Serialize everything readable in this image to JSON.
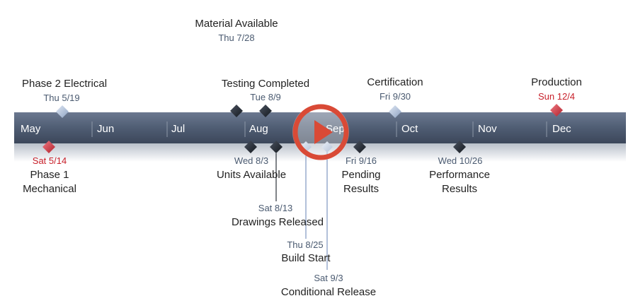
{
  "timeline": {
    "months": [
      "May",
      "Jun",
      "Jul",
      "Aug",
      "Sep",
      "Oct",
      "Nov",
      "Dec"
    ],
    "play_button": {
      "icon": "play-icon",
      "color": "#d94a36"
    },
    "bar_color": "#4f5d73",
    "colors": {
      "red": "#c8202a",
      "dark": "#2b313a",
      "light": "#a8b8d4"
    }
  },
  "milestones_above": [
    {
      "title": "Material Available",
      "date": "Thu 7/28",
      "style": "dark"
    },
    {
      "title": "Phase 2  Electrical",
      "date": "Thu 5/19",
      "style": "light"
    },
    {
      "title": "Testing Completed",
      "date": "Tue 8/9",
      "style": "dark"
    },
    {
      "title": "Certification",
      "date": "Fri 9/30",
      "style": "light"
    },
    {
      "title": "Production",
      "date": "Sun 12/4",
      "style": "red"
    }
  ],
  "milestones_below": [
    {
      "title_lines": [
        "Phase 1",
        "Mechanical"
      ],
      "date": "Sat 5/14",
      "style": "red"
    },
    {
      "title_lines": [
        "Units Available"
      ],
      "date": "Wed 8/3",
      "style": "dark"
    },
    {
      "title_lines": [
        "Drawings Released"
      ],
      "date": "Sat 8/13",
      "style": "dark"
    },
    {
      "title_lines": [
        "Build Start"
      ],
      "date": "Thu 8/25",
      "style": "light"
    },
    {
      "title_lines": [
        "Conditional Release"
      ],
      "date": "Sat 9/3",
      "style": "light"
    },
    {
      "title_lines": [
        "Pending",
        "Results"
      ],
      "date": "Fri 9/16",
      "style": "dark"
    },
    {
      "title_lines": [
        "Performance",
        "Results"
      ],
      "date": "Wed 10/26",
      "style": "dark"
    }
  ]
}
